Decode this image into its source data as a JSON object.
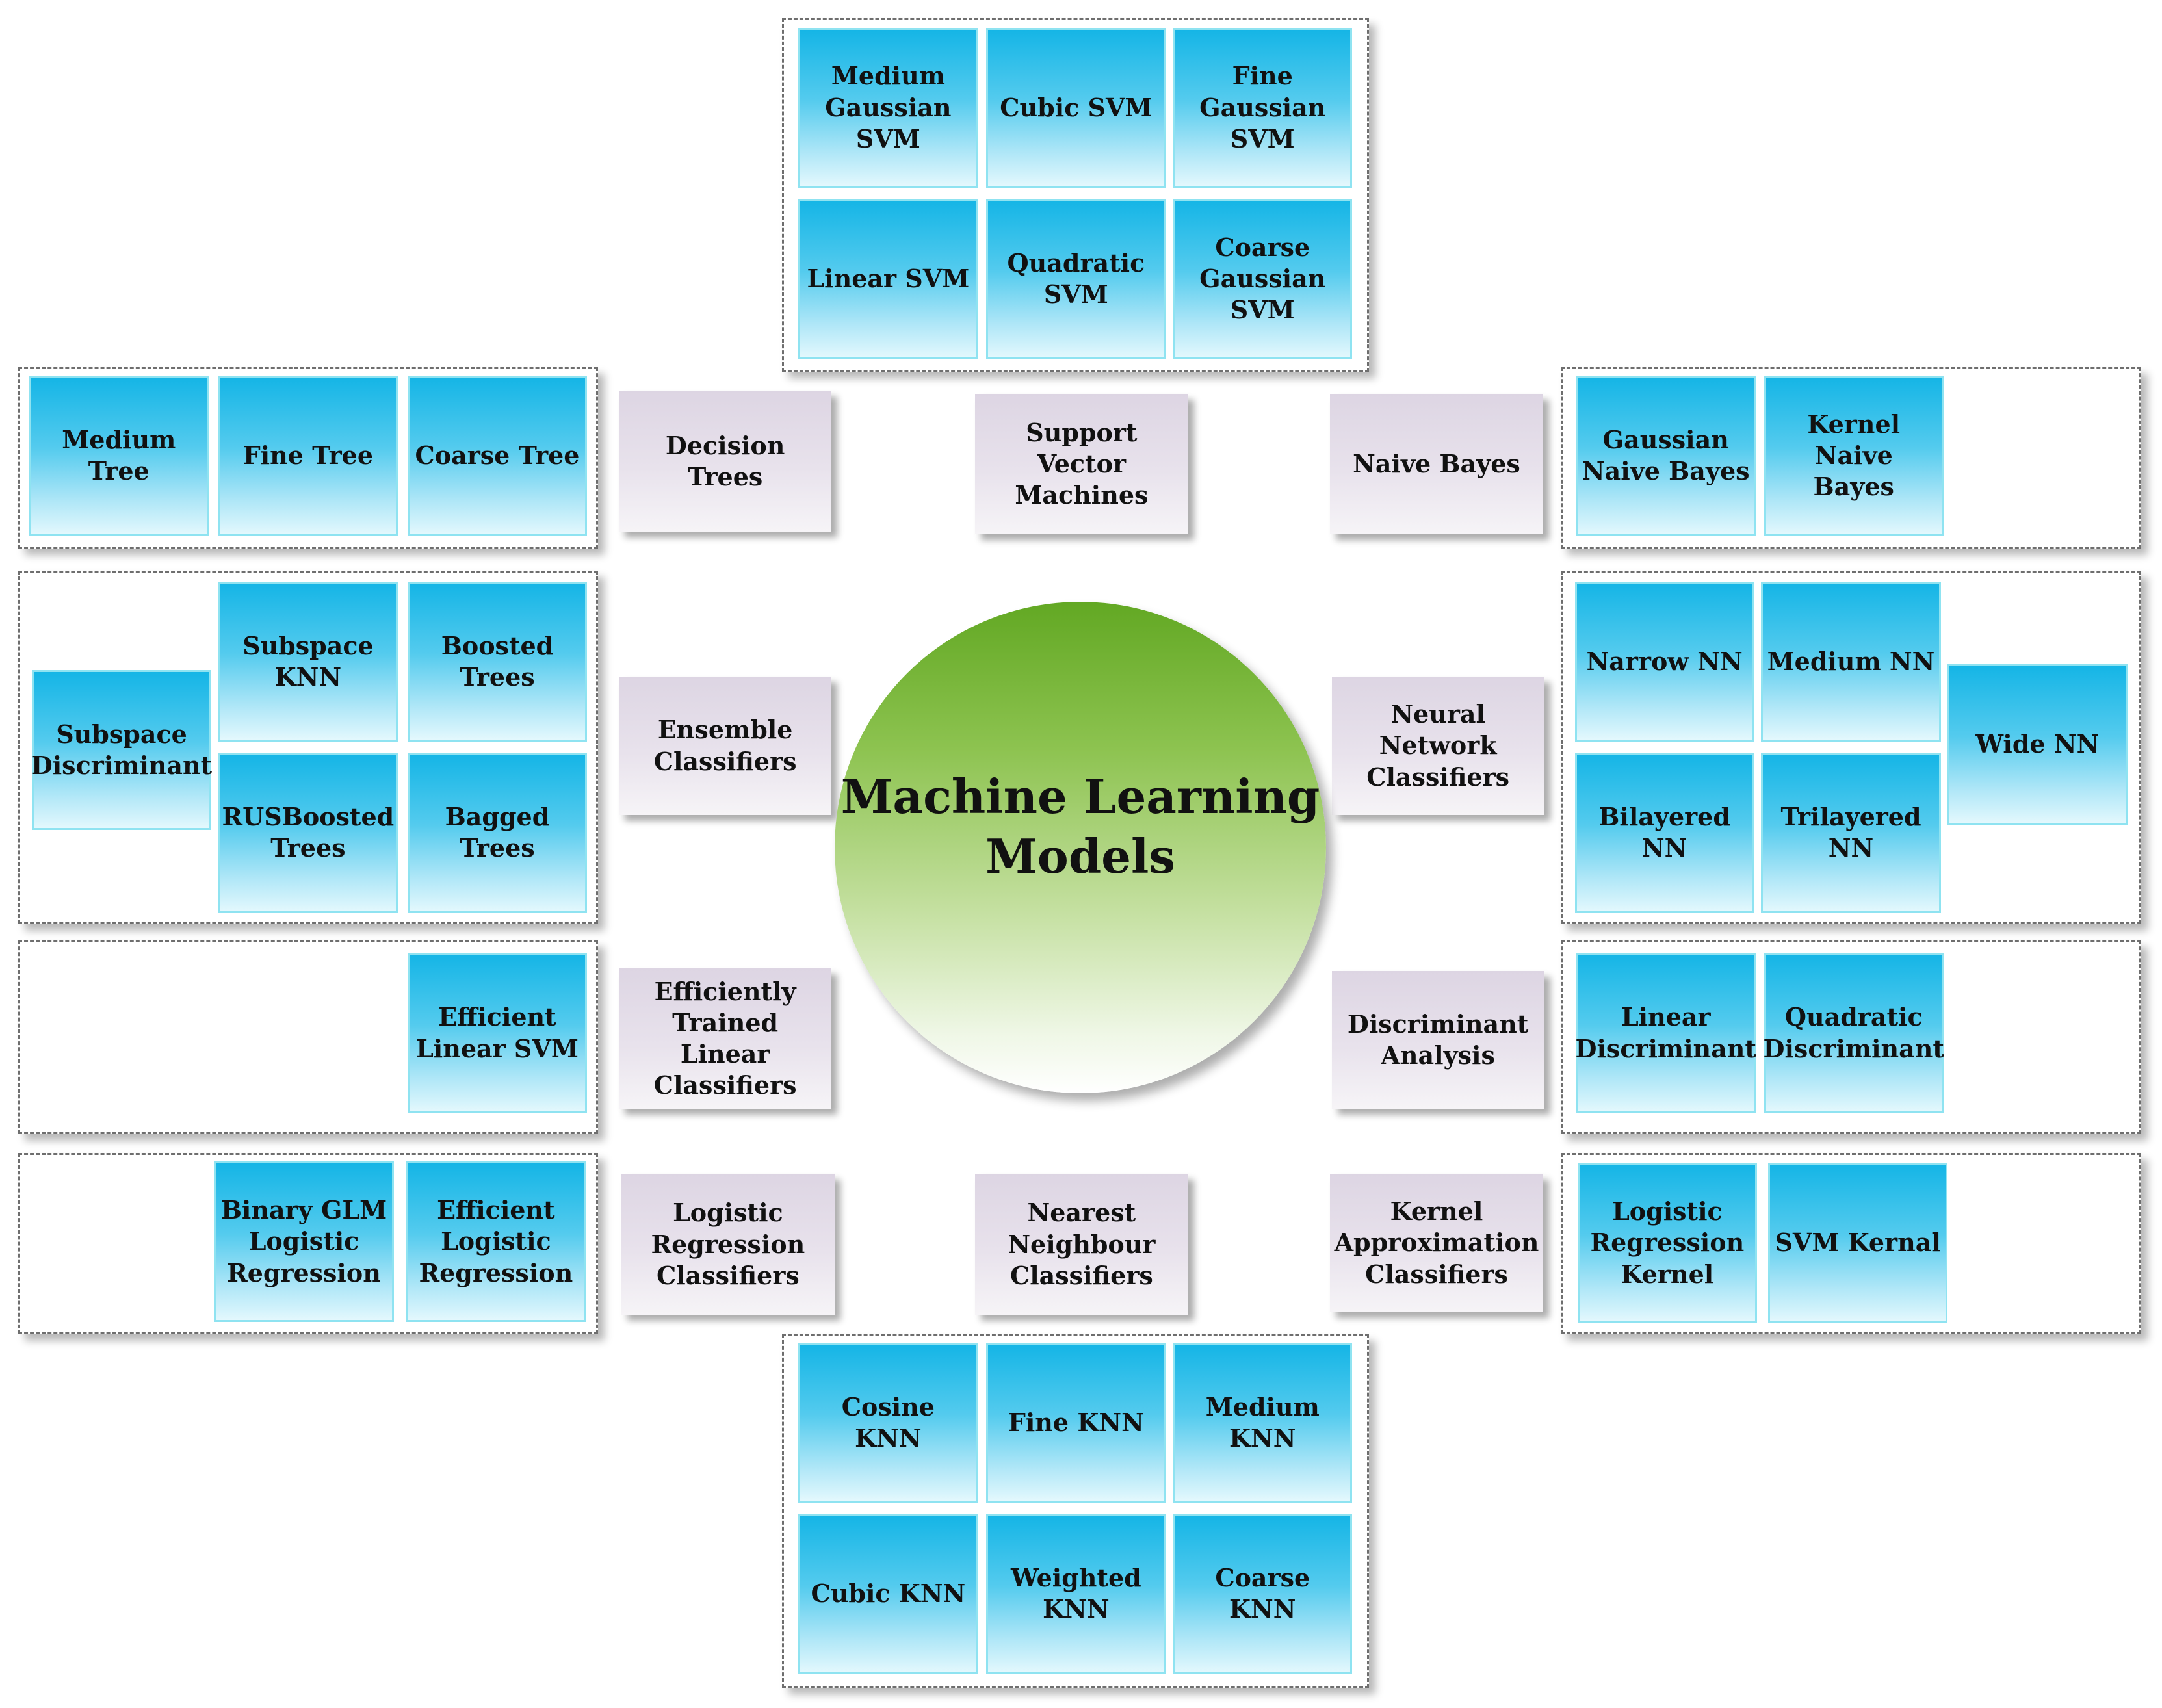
{
  "center": {
    "title": "Machine Learning\nModels",
    "color": "#6aab2a"
  },
  "colors": {
    "model_box": "#38c1ea",
    "category_box": "#e4dde9",
    "group_border": "#6e6e6e"
  },
  "categories": [
    {
      "key": "svm",
      "label": "Support Vector\nMachines",
      "models": [
        "Medium\nGaussian SVM",
        "Cubic SVM",
        "Fine Gaussian\nSVM",
        "Linear SVM",
        "Quadratic\nSVM",
        "Coarse\nGaussian SVM"
      ]
    },
    {
      "key": "decision-trees",
      "label": "Decision Trees",
      "models": [
        "Medium Tree",
        "Fine Tree",
        "Coarse Tree"
      ]
    },
    {
      "key": "naive-bayes",
      "label": "Naive Bayes",
      "models": [
        "Gaussian\nNaive Bayes",
        "Kernel Naive\nBayes"
      ]
    },
    {
      "key": "ensemble",
      "label": "Ensemble\nClassifiers",
      "models": [
        "Subspace\nDiscriminant",
        "Subspace KNN",
        "Boosted Trees",
        "RUSBoosted\nTrees",
        "Bagged Trees"
      ]
    },
    {
      "key": "neural-network",
      "label": "Neural Network\nClassifiers",
      "models": [
        "Narrow NN",
        "Medium NN",
        "Wide NN",
        "Bilayered NN",
        "Trilayered NN"
      ]
    },
    {
      "key": "efficient-linear",
      "label": "Efficiently\nTrained Linear\nClassifiers",
      "models": [
        "Efficient\nLinear SVM"
      ]
    },
    {
      "key": "discriminant",
      "label": "Discriminant\nAnalysis",
      "models": [
        "Linear\nDiscriminant",
        "Quadratic\nDiscriminant"
      ]
    },
    {
      "key": "logistic-regression",
      "label": "Logistic\nRegression\nClassifiers",
      "models": [
        "Binary GLM\nLogistic\nRegression",
        "Efficient\nLogistic\nRegression"
      ]
    },
    {
      "key": "nearest-neighbour",
      "label": "Nearest\nNeighbour\nClassifiers",
      "models": [
        "Cosine KNN",
        "Fine KNN",
        "Medium KNN",
        "Cubic KNN",
        "Weighted KNN",
        "Coarse KNN"
      ]
    },
    {
      "key": "kernel-approximation",
      "label": "Kernel\nApproximation\nClassifiers",
      "models": [
        "Logistic\nRegression\nKernel",
        "SVM Kernal"
      ]
    }
  ]
}
